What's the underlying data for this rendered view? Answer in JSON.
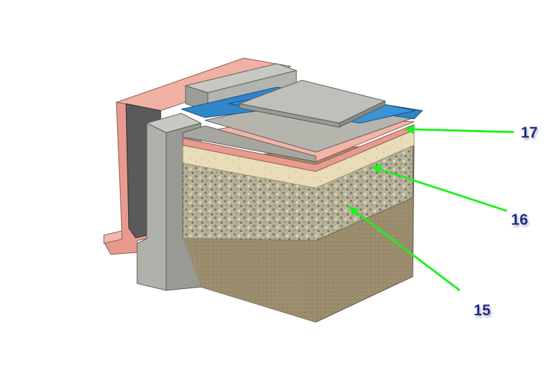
{
  "callouts": [
    {
      "label": "17"
    },
    {
      "label": "16"
    },
    {
      "label": "15"
    }
  ],
  "colors": {
    "insulation_pink": "#e89a8e",
    "waterproofing_blue": "#2f86c8",
    "concrete_gray": "#a6a6a0",
    "sand": "#e8ddb8",
    "gravel": "#b9b39a",
    "soil": "#9c8c6e",
    "arrow_green": "#22ee22",
    "label_navy": "#1f2a8c"
  }
}
